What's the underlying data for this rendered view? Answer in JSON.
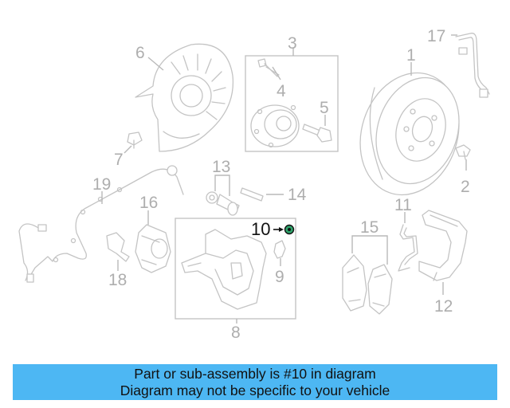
{
  "callouts": {
    "c1": "1",
    "c2": "2",
    "c3": "3",
    "c4": "4",
    "c5": "5",
    "c6": "6",
    "c7": "7",
    "c8": "8",
    "c9": "9",
    "c10": "10",
    "c11": "11",
    "c12": "12",
    "c13": "13",
    "c14": "14",
    "c15": "15",
    "c16": "16",
    "c17": "17",
    "c18": "18",
    "c19": "19"
  },
  "highlighted_part": "10",
  "colors": {
    "banner": "#4db7f3",
    "highlight": "#111111",
    "line_art": "#c4c4c4"
  },
  "banner": {
    "line1": "Part or sub-assembly is #10 in diagram",
    "line2": "Diagram may not be specific to your vehicle"
  }
}
